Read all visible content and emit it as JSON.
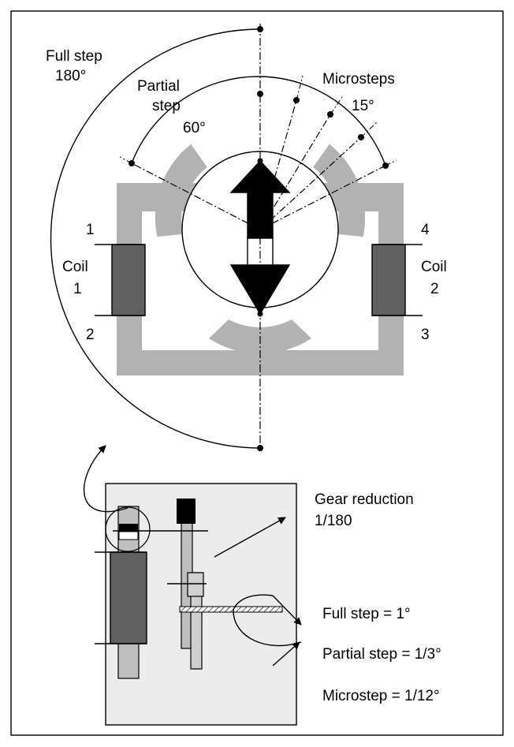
{
  "labels": {
    "full_step": "Full step",
    "full_step_angle": "180°",
    "partial_step": "Partial",
    "partial_step_2": "step",
    "partial_step_angle": "60°",
    "microsteps": "Microsteps",
    "microstep_angle": "15°",
    "terminal_1": "1",
    "terminal_2": "2",
    "terminal_3": "3",
    "terminal_4": "4",
    "coil1_word": "Coil",
    "coil1_num": "1",
    "coil2_word": "Coil",
    "coil2_num": "2",
    "gear_reduction": "Gear reduction",
    "gear_ratio": "1/180",
    "full_step_output": "Full step = 1°",
    "partial_step_output": "Partial step = 1/3°",
    "microstep_output": "Microstep = 1/12°"
  },
  "colors": {
    "stator": "#b2b2b2",
    "coil": "#606060",
    "gearbox_fill": "#ececec",
    "rod": "#bfbfbf",
    "shaft": "#cfcfcf",
    "ink": "#000000"
  }
}
